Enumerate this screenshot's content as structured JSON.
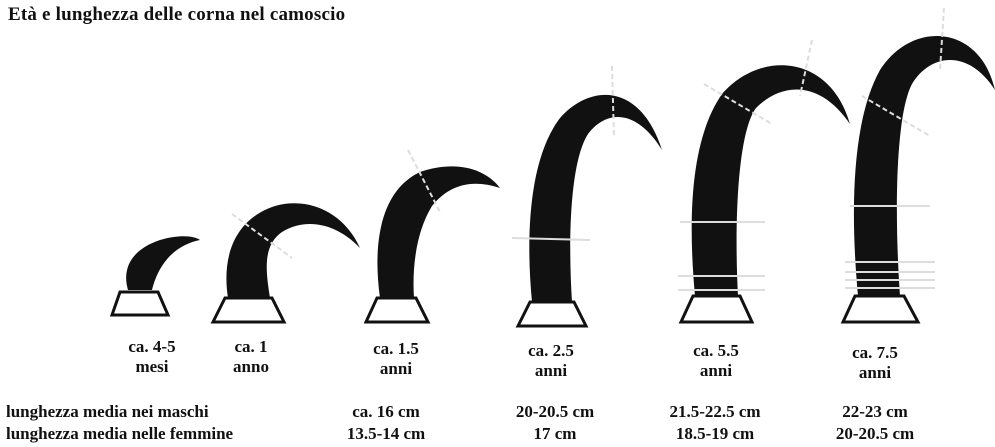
{
  "title": "Età e lunghezza delle corna nel camoscio",
  "stages": [
    {
      "age_line1": "ca. 4-5",
      "age_line2": "mesi"
    },
    {
      "age_line1": "ca. 1",
      "age_line2": "anno"
    },
    {
      "age_line1": "ca. 1.5",
      "age_line2": "anni"
    },
    {
      "age_line1": "ca. 2.5",
      "age_line2": "anni"
    },
    {
      "age_line1": "ca. 5.5",
      "age_line2": "anni"
    },
    {
      "age_line1": "ca. 7.5",
      "age_line2": "anni"
    }
  ],
  "rows": {
    "male_label": "lunghezza media nei maschi",
    "female_label": "lunghezza media nelle femmine",
    "male_values": [
      "ca. 16 cm",
      "20-20.5 cm",
      "21.5-22.5 cm",
      "22-23 cm"
    ],
    "female_values": [
      "13.5-14 cm",
      "17 cm",
      "18.5-19 cm",
      "20-20.5 cm"
    ]
  }
}
